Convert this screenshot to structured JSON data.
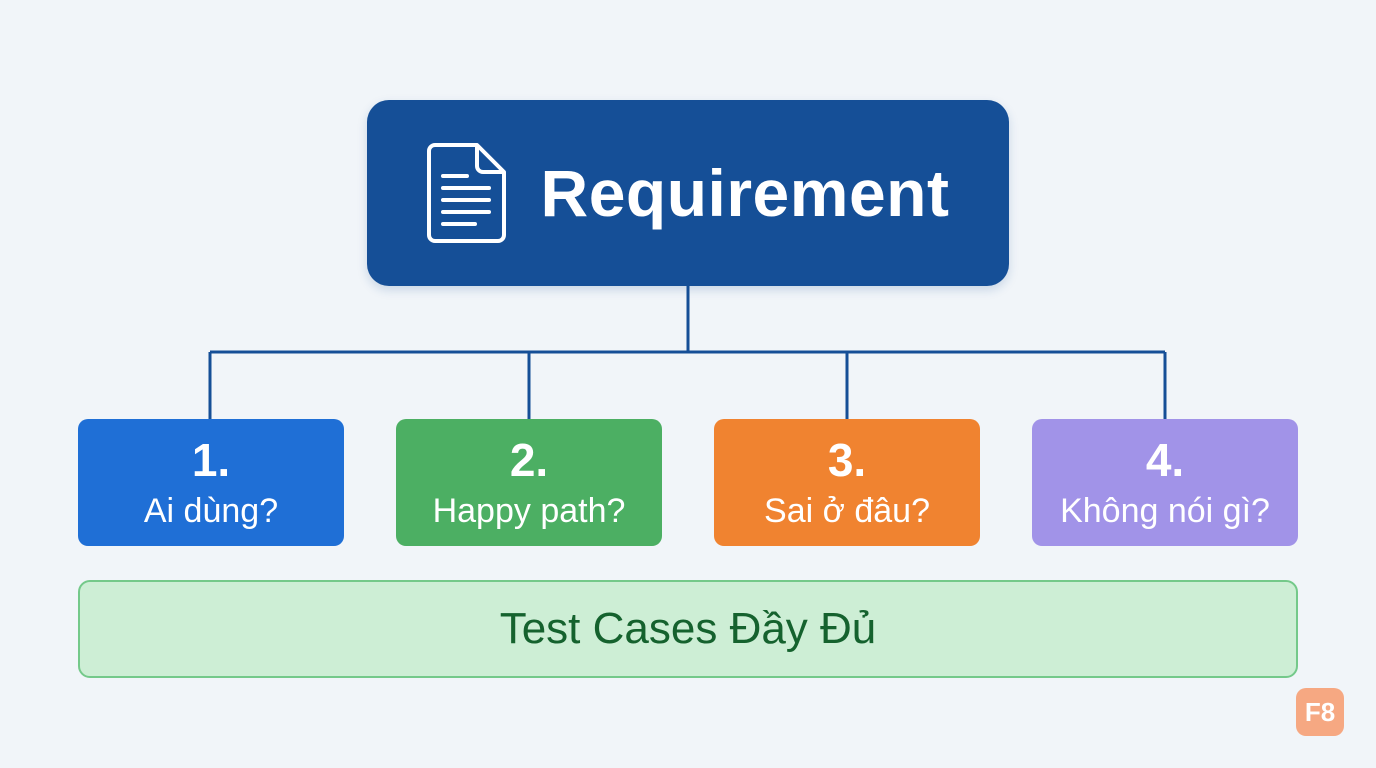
{
  "root": {
    "title": "Requirement",
    "icon": "document-icon"
  },
  "branches": [
    {
      "number": "1.",
      "label": "Ai dùng?",
      "color": "#1f6fd6"
    },
    {
      "number": "2.",
      "label": "Happy path?",
      "color": "#4caf63"
    },
    {
      "number": "3.",
      "label": "Sai ở đâu?",
      "color": "#f08330"
    },
    {
      "number": "4.",
      "label": "Không nói gì?",
      "color": "#a193e8"
    }
  ],
  "result": {
    "label": "Test Cases Đầy Đủ"
  },
  "brand": {
    "logo_text": "F8"
  },
  "colors": {
    "root_fill": "#154f97",
    "connector": "#154f97",
    "result_fill": "#cdeed5",
    "result_border": "#74c98a",
    "result_text": "#15622e",
    "background": "#f1f5f9"
  }
}
